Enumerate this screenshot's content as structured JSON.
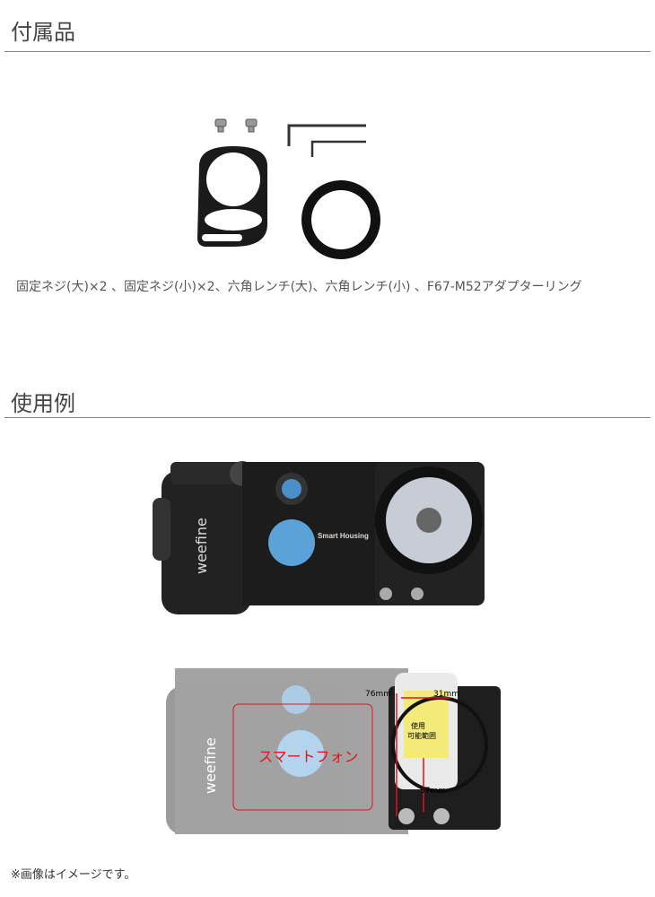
{
  "sections": [
    {
      "title": "付属品",
      "caption": "固定ネジ(大)×2 、固定ネジ(小)×2、六角レンチ(大)、六角レンチ(小) 、F67-M52アダプターリング"
    },
    {
      "title": "使用例"
    }
  ],
  "product_photo": {
    "brand_logo": "weefine",
    "housing_label": "Smart Housing"
  },
  "diagram": {
    "phone_label": "スマートフォン",
    "area_label_1": "使用",
    "area_label_2": "可能範囲",
    "dim_height": "76mm",
    "dim_width": "31mm",
    "dim_bottom": "37mm",
    "annotation_color": "#e0141e",
    "area_color": "#f3ea7a"
  },
  "footnote": "※画像はイメージです。"
}
